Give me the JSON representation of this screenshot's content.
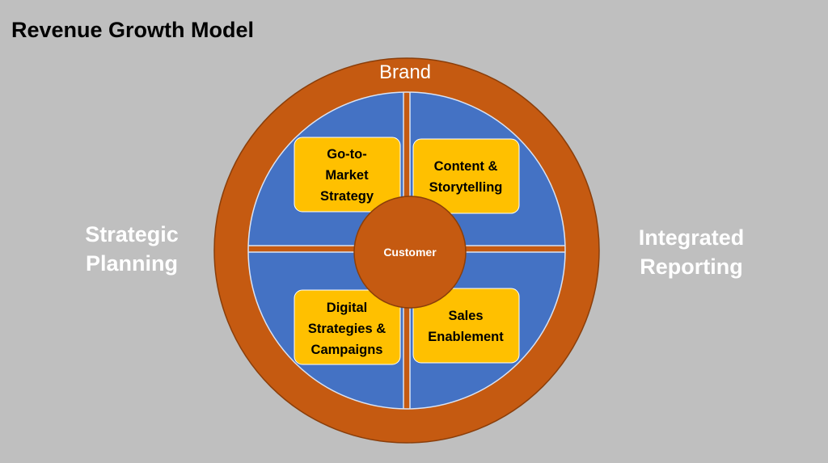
{
  "title": "Revenue Growth Model",
  "left_label": "Strategic\nPlanning",
  "right_label": "Integrated\nReporting",
  "ring_label": "Brand",
  "center_label": "Customer",
  "quadrants": [
    {
      "lines": [
        "Go-to-",
        "Market",
        "Strategy"
      ]
    },
    {
      "lines": [
        "Content &",
        "Storytelling"
      ]
    },
    {
      "lines": [
        "Digital",
        "Strategies &",
        "Campaigns"
      ]
    },
    {
      "lines": [
        "Sales",
        "Enablement"
      ]
    }
  ],
  "colors": {
    "background": "#bfbfbf",
    "ring": "#c55a11",
    "quadrant": "#4472c4",
    "box": "#ffc000",
    "center": "#c55a11",
    "divider": "#dae3f3"
  }
}
